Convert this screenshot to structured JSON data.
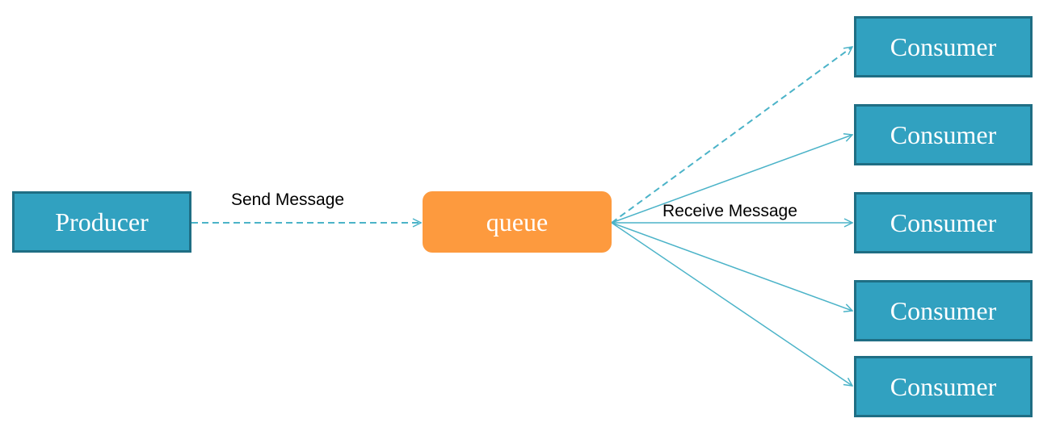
{
  "colors": {
    "box_fill": "#31a1c0",
    "queue_fill": "#fd9a3e",
    "arrow": "#4bb3c8"
  },
  "nodes": {
    "producer": {
      "label": "Producer"
    },
    "queue": {
      "label": "queue"
    },
    "consumers": [
      {
        "label": "Consumer"
      },
      {
        "label": "Consumer"
      },
      {
        "label": "Consumer"
      },
      {
        "label": "Consumer"
      },
      {
        "label": "Consumer"
      }
    ]
  },
  "edges": {
    "send_label": "Send Message",
    "receive_label": "Receive Message"
  }
}
